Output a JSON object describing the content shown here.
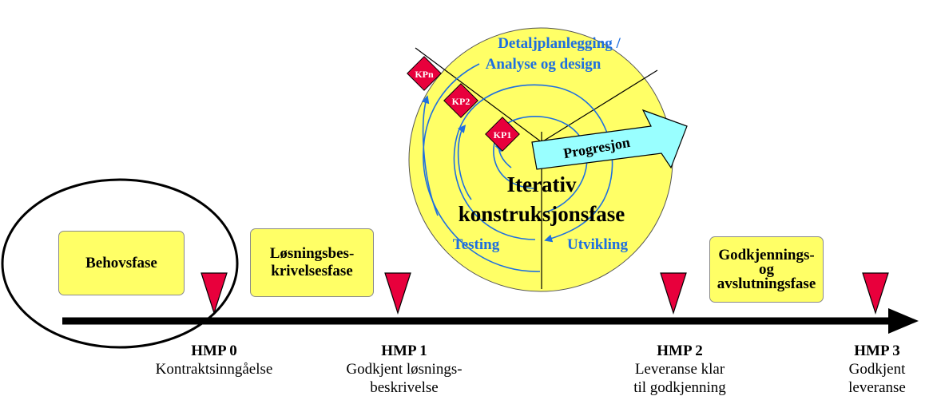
{
  "phases": [
    {
      "label": "Behovsfase"
    },
    {
      "label": "Løsningsbes-\nkrivelsesfase"
    },
    {
      "label": "Godkjennings-\nog\navslutningsfase"
    }
  ],
  "spiral": {
    "top_line1": "Detaljplanlegging /",
    "top_line2": "Analyse og design",
    "center_line1": "Iterativ",
    "center_line2": "konstruksjonsfase",
    "testing": "Testing",
    "utvikling": "Utvikling",
    "progress": "Progresjon",
    "checkpoints": [
      "KPn",
      "KP2",
      "KP1"
    ]
  },
  "milestones": [
    {
      "title": "HMP 0",
      "desc": "Kontraktsinngåelse"
    },
    {
      "title": "HMP 1",
      "desc": "Godkjent løsnings-\nbeskrivelse"
    },
    {
      "title": "HMP 2",
      "desc": "Leveranse klar\ntil godkjenning"
    },
    {
      "title": "HMP 3",
      "desc": "Godkjent\nleveranse"
    }
  ],
  "colors": {
    "phase_fill": "#ffff66",
    "spiral_fill": "#ffff66",
    "spiral_text": "#1e6fe0",
    "checkpoint_fill": "#e8003c",
    "milestone_marker": "#e8003c",
    "progress_arrow": "#99ffff"
  }
}
